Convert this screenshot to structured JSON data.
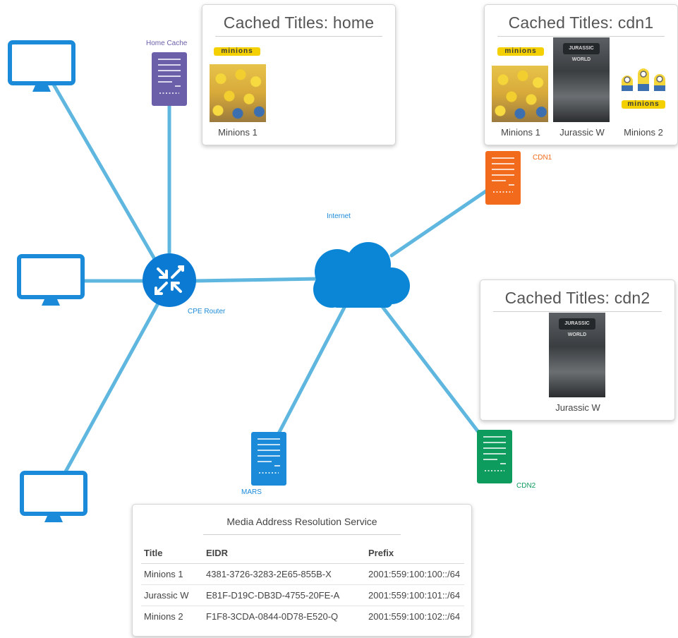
{
  "colors": {
    "link": "#5fb7e0",
    "router": "#0a7ad3",
    "cloud": "#0b86d6",
    "monitor": "#1b8ad8",
    "home_cache": "#6a5fa8",
    "cdn1": "#f26a1b",
    "cdn2": "#0e9b5e",
    "mars": "#1b8ad8"
  },
  "nodes": {
    "home_cache": "Home Cache",
    "cpe_router": "CPE Router",
    "internet": "Internet",
    "cdn1": "CDN1",
    "cdn2": "CDN2",
    "mars": "MARS"
  },
  "cards": {
    "home": {
      "title": "Cached Titles: home",
      "items": [
        "Minions 1"
      ]
    },
    "cdn1": {
      "title": "Cached Titles: cdn1",
      "items": [
        "Minions 1",
        "Jurassic W",
        "Minions 2"
      ]
    },
    "cdn2": {
      "title": "Cached Titles: cdn2",
      "items": [
        "Jurassic W"
      ]
    }
  },
  "poster_logos": {
    "minions": "minions",
    "jurassic": "JURASSIC WORLD"
  },
  "mars_table": {
    "title": "Media Address Resolution Service",
    "headers": [
      "Title",
      "EIDR",
      "Prefix"
    ],
    "rows": [
      [
        "Minions 1",
        "4381-3726-3283-2E65-855B-X",
        "2001:559:100:100::/64"
      ],
      [
        "Jurassic W",
        "E81F-D19C-DB3D-4755-20FE-A",
        "2001:559:100:101::/64"
      ],
      [
        "Minions 2",
        "F1F8-3CDA-0844-0D78-E520-Q",
        "2001:559:100:102::/64"
      ]
    ]
  }
}
